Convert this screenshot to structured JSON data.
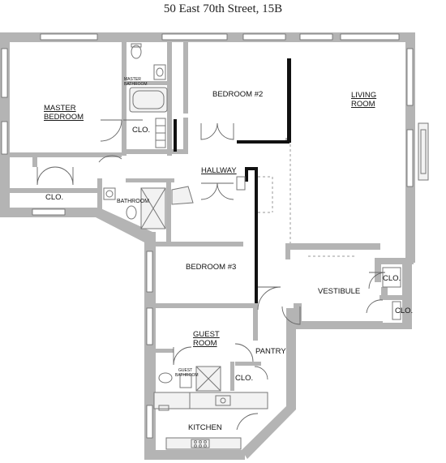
{
  "title": "50 East 70th Street, 15B",
  "rooms": {
    "master_bedroom": [
      "MASTER",
      "BEDROOM"
    ],
    "master_bathroom": [
      "MASTER",
      "BATHROOM"
    ],
    "bedroom2": "BEDROOM #2",
    "living_room": [
      "LIVING",
      "ROOM"
    ],
    "closet_master": "CLO.",
    "closet_master_lower": "CLO.",
    "hallway": "HALLWAY",
    "bathroom": "BATHROOM",
    "bedroom3": "BEDROOM #3",
    "vestibule": "VESTIBULE",
    "closet_vest_upper": "CLO.",
    "closet_vest_lower": "CLO.",
    "guest_room": [
      "GUEST",
      "ROOM"
    ],
    "guest_bathroom": [
      "GUEST",
      "BATHROOM"
    ],
    "closet_guest": "CLO.",
    "pantry": "PANTRY",
    "kitchen": "KITCHEN"
  },
  "colors": {
    "wall": "#b4b4b4",
    "accent_wall": "#111111",
    "fixture": "#777777"
  }
}
